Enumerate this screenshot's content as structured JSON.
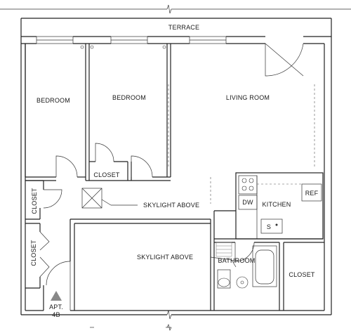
{
  "labels": {
    "terrace": "TERRACE",
    "bedroom_1": "BEDROOM",
    "bedroom_2": "BEDROOM",
    "living_room": "LIVING ROOM",
    "closet_center": "CLOSET",
    "closet_left_top": "CLOSET",
    "closet_left_bottom": "CLOSET",
    "skylight_1": "SKYLIGHT ABOVE",
    "skylight_2": "SKYLIGHT ABOVE",
    "dw": "DW",
    "kitchen": "KITCHEN",
    "ref": "REF",
    "sink": "S",
    "bathroom": "BATHROOM",
    "closet_right": "CLOSET",
    "apt_line1": "APT.",
    "apt_line2": "4B"
  }
}
